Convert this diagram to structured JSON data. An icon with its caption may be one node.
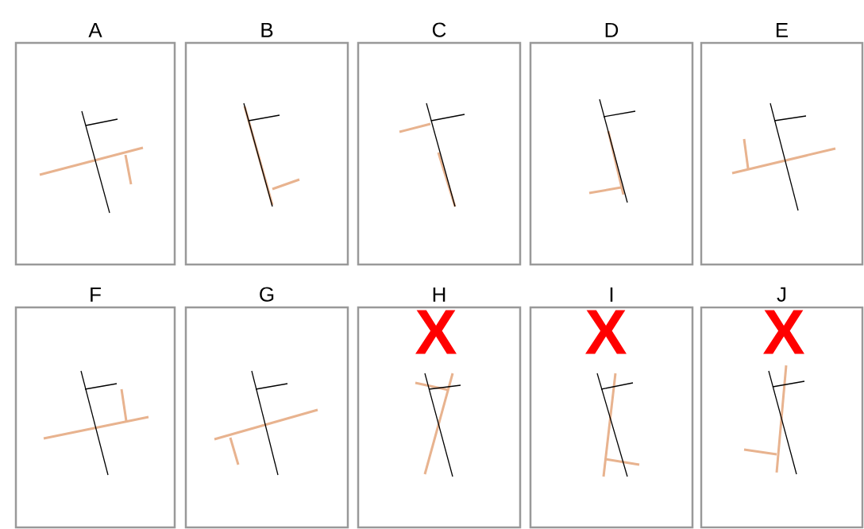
{
  "diagram": {
    "nodes": [
      {
        "text": [
          "A"
        ]
      },
      {
        "text": [
          "B"
        ]
      },
      {
        "text": [
          "C"
        ]
      },
      {
        "text": [
          "D"
        ]
      },
      {
        "text": [
          "E"
        ]
      },
      {
        "text": [
          "F"
        ]
      },
      {
        "text": [
          "G"
        ]
      },
      {
        "text": [
          "H"
        ]
      },
      {
        "text": [
          "I"
        ]
      },
      {
        "text": [
          "J"
        ]
      }
    ],
    "labels": [
      "X",
      "X",
      "X"
    ]
  }
}
